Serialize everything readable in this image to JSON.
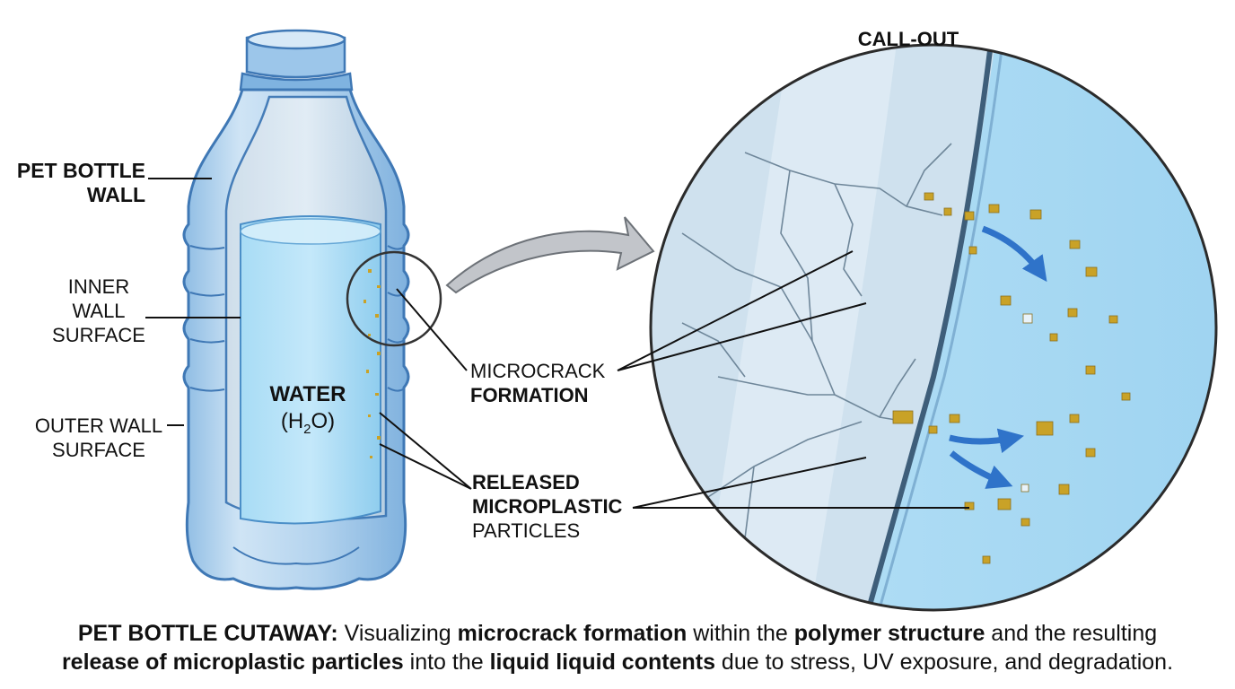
{
  "labels": {
    "callout_title": "CALL-OUT",
    "pet_wall_line1": "PET BOTTLE",
    "pet_wall_line2": "WALL",
    "inner_line1": "INNER",
    "inner_line2": "WALL",
    "inner_line3": "SURFACE",
    "outer_line1": "OUTER WALL",
    "outer_line2": "SURFACE",
    "water_line1": "WATER",
    "water_h": "(H",
    "water_sub": "2",
    "water_o": "O)",
    "microcrack_line1": "MICROCRACK",
    "microcrack_line2": "FORMATION",
    "released_line1": "RELEASED",
    "released_line2": "MICROPLASTIC",
    "released_line3": "PARTICLES"
  },
  "caption": {
    "lead": "PET BOTTLE CUTAWAY:",
    "t1": " Visualizing ",
    "b1": "microcrack formation",
    "t2": " within the ",
    "b2": "polymer structure",
    "t3": " and the resulting",
    "b3": "release of microplastic particles",
    "t4": " into the ",
    "b4": "liquid liquid contents",
    "t5": " due to stress, UV exposure, and degradation."
  },
  "colors": {
    "bottle_fill": "#b9d7ef",
    "bottle_stroke": "#3f78b5",
    "water": "#9fd3f2",
    "wall_section": "#d5e6f4",
    "particle": "#c9a227",
    "arrow_blue": "#2f73c9",
    "arrow_gray": "#b5b8bd"
  }
}
